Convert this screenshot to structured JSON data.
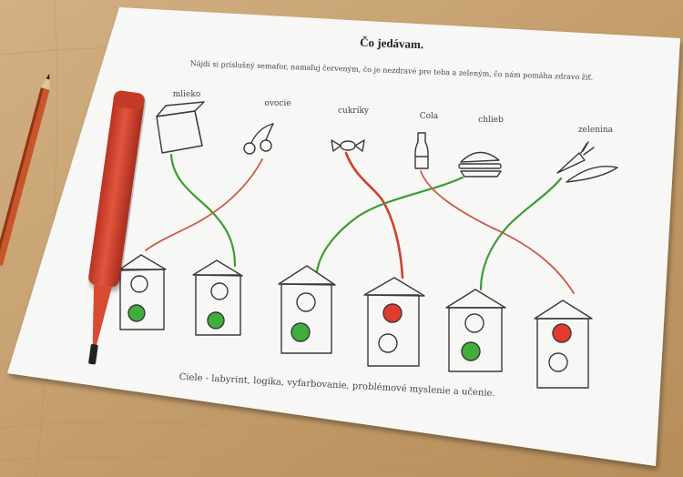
{
  "worksheet": {
    "title": "Čo jedávam.",
    "instruction": "Nájdi si príslušný semafor, namaľuj červeným, čo je nezdravé pre teba a zeleným, čo nám pomáha zdravo žiť.",
    "footer": "Ciele - labyrint, logika, vyfarbovanie, problémové myslenie a učenie.",
    "foods": [
      {
        "label": "mlieko",
        "verdict": "green"
      },
      {
        "label": "ovocie",
        "verdict": "green"
      },
      {
        "label": "cukríky",
        "verdict": "red"
      },
      {
        "label": "Cola",
        "verdict": "red"
      },
      {
        "label": "chlieb",
        "verdict": "green"
      },
      {
        "label": "zelenina",
        "verdict": "green"
      }
    ],
    "traffic_lights": [
      {
        "lit": "bottom",
        "color": "#3fae3a"
      },
      {
        "lit": "bottom",
        "color": "#3fae3a"
      },
      {
        "lit": "bottom",
        "color": "#3fae3a"
      },
      {
        "lit": "top",
        "color": "#e23b2e"
      },
      {
        "lit": "bottom",
        "color": "#3fae3a"
      },
      {
        "lit": "top",
        "color": "#e23b2e"
      }
    ]
  },
  "colors": {
    "table": "#c9a577",
    "paper": "#f7f7f5",
    "marker": "#d9432e",
    "green_path": "#3f9a35",
    "red_path": "#c95b4a"
  }
}
